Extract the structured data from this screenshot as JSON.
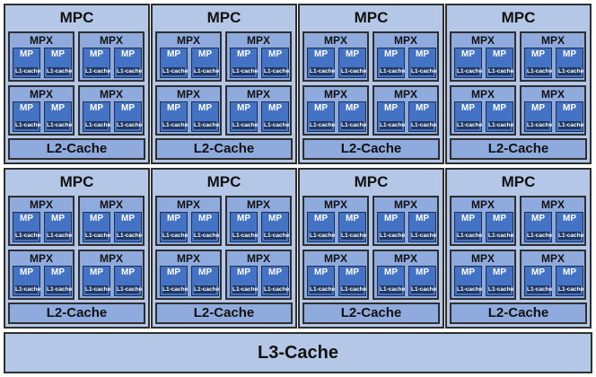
{
  "labels": {
    "mpc": "MPC",
    "mpx": "MPX",
    "mp": "MP",
    "l1": "L1-cache",
    "l2": "L2-Cache",
    "l3": "L3-Cache"
  },
  "structure": {
    "mpc_rows": 2,
    "mpc_cols": 4,
    "mpx_per_mpc_rows": 2,
    "mpx_per_mpc_cols": 2,
    "mp_per_mpx": 2
  },
  "colors": {
    "mpc_fill": "#b4c7e7",
    "mpx_fill": "#8faadc",
    "mp_fill": "#4472c4",
    "l1_fill": "#1f3864",
    "l2_fill": "#8faadc",
    "l3_fill": "#b4c7e7",
    "border": "#2f2f2f"
  }
}
